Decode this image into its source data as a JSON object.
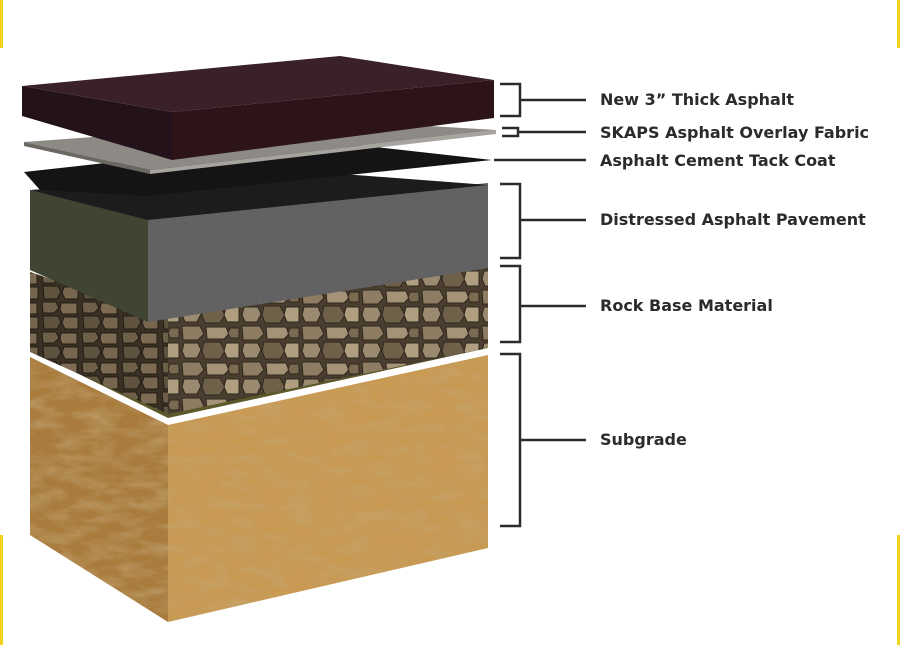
{
  "layers": [
    {
      "id": "new-asphalt",
      "label": "New 3” Thick Asphalt"
    },
    {
      "id": "overlay-fabric",
      "label": "SKAPS Asphalt Overlay Fabric"
    },
    {
      "id": "tack-coat",
      "label": "Asphalt Cement Tack Coat"
    },
    {
      "id": "distressed-pavement",
      "label": "Distressed Asphalt Pavement"
    },
    {
      "id": "rock-base",
      "label": "Rock Base Material"
    },
    {
      "id": "subgrade",
      "label": "Subgrade"
    }
  ],
  "colors": {
    "asphalt_top": "#3a2028",
    "asphalt_front": "#2c1419",
    "fabric": "#8d8a86",
    "tack": "#141414",
    "pavement_top": "#1e1e1e",
    "pavement_front": "#58585a",
    "pavement_side": "#3f4433",
    "rock": "#7a6b55",
    "soil": "#c89a52",
    "soil_side": "#a97c3e",
    "bracket": "#2b2b2b",
    "edge_accent": "#f2d21a"
  }
}
